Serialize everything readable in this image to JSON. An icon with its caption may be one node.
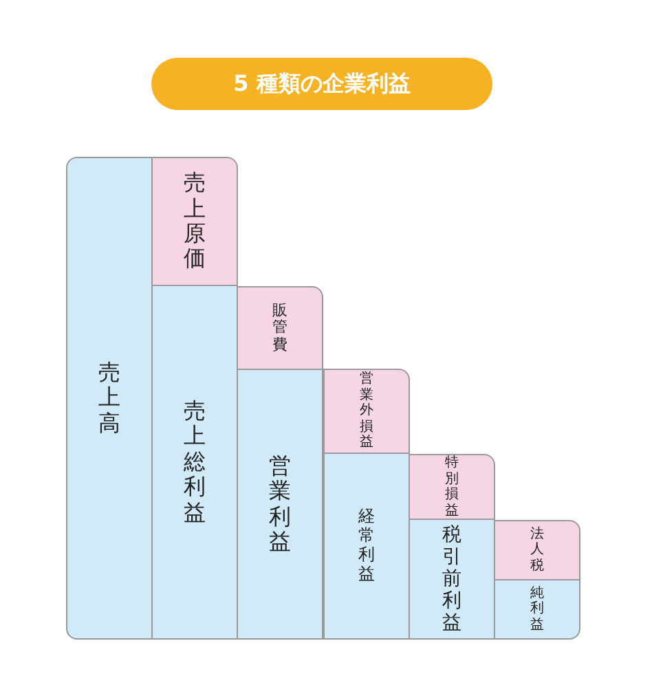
{
  "diagram": {
    "title": "5 種類の企業利益",
    "nodes": [
      {
        "text": [
          "売上高"
        ]
      },
      {
        "text": [
          "売上原価"
        ]
      },
      {
        "text": [
          "売上総利益"
        ]
      },
      {
        "text": [
          "販管費"
        ]
      },
      {
        "text": [
          "営業利益"
        ]
      },
      {
        "text": [
          "営業外損益"
        ]
      },
      {
        "text": [
          "経常利益"
        ]
      },
      {
        "text": [
          "特別損益"
        ]
      },
      {
        "text": [
          "税引前利益"
        ]
      },
      {
        "text": [
          "法人税"
        ]
      },
      {
        "text": [
          "純利益"
        ]
      }
    ]
  }
}
